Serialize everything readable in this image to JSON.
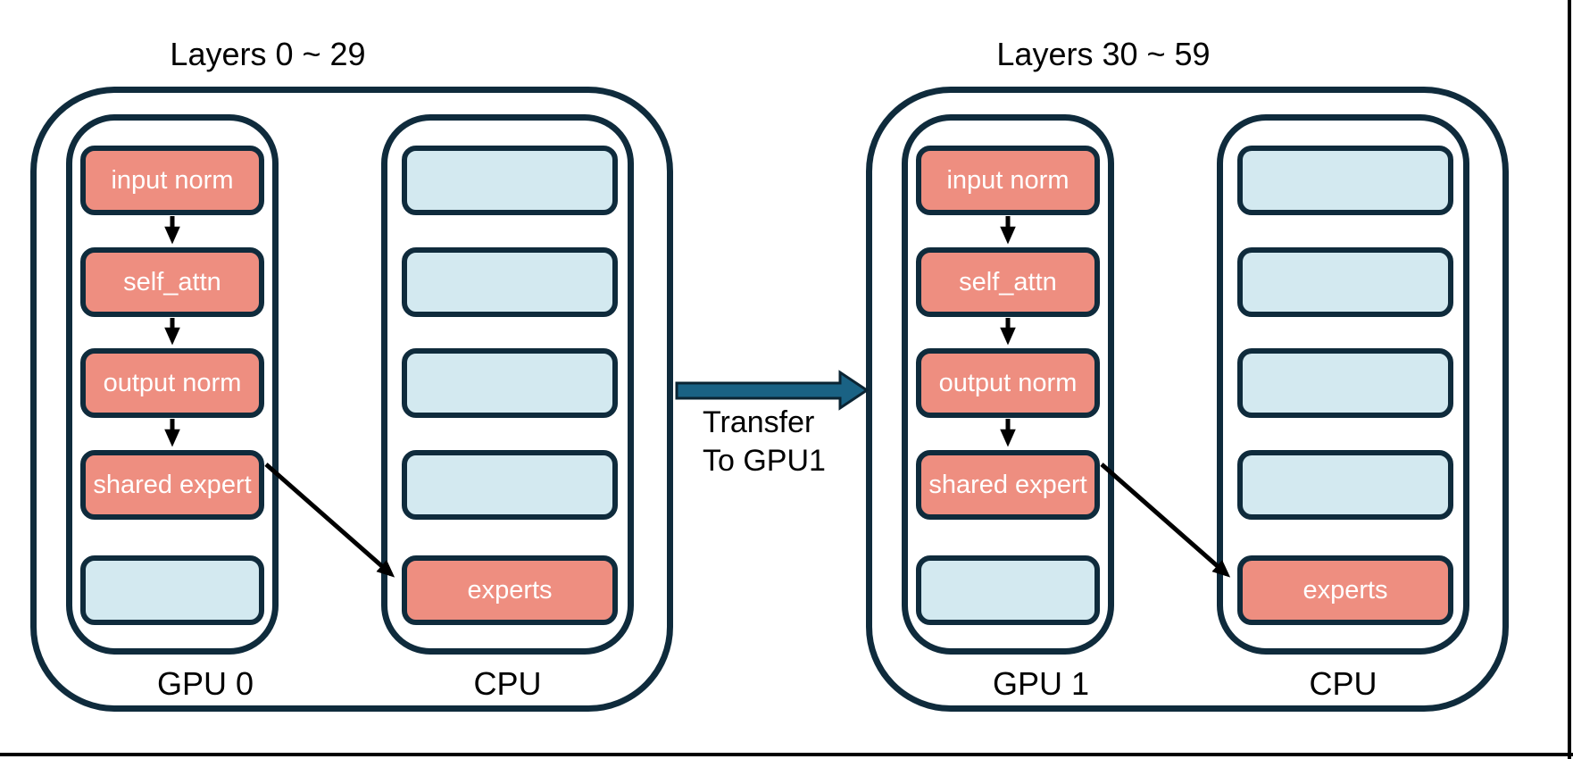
{
  "diagram": {
    "type": "architecture-diagram",
    "description": "MoE model layer placement across two GPUs with experts offloaded to CPU"
  },
  "colors": {
    "outline_dark_navy": "#0f2b3c",
    "module_salmon": "#ee8e80",
    "module_light_blue": "#d3e9f0",
    "transfer_arrow_teal": "#1a6284",
    "flow_arrow_black": "#000000",
    "box_text_white": "#ffffff",
    "label_text_black": "#000000",
    "background": "#ffffff"
  },
  "groups": [
    {
      "title": "Layers 0 ~ 29",
      "gpu_label": "GPU 0",
      "cpu_label": "CPU",
      "gpu_boxes": [
        {
          "label": "input norm",
          "filled": true
        },
        {
          "label": "self_attn",
          "filled": true
        },
        {
          "label": "output norm",
          "filled": true
        },
        {
          "label": "shared expert",
          "filled": true
        },
        {
          "label": "",
          "filled": false
        }
      ],
      "cpu_boxes": [
        {
          "label": "",
          "filled": false
        },
        {
          "label": "",
          "filled": false
        },
        {
          "label": "",
          "filled": false
        },
        {
          "label": "",
          "filled": false
        },
        {
          "label": "experts",
          "filled": true
        }
      ]
    },
    {
      "title": "Layers 30 ~ 59",
      "gpu_label": "GPU 1",
      "cpu_label": "CPU",
      "gpu_boxes": [
        {
          "label": "input norm",
          "filled": true
        },
        {
          "label": "self_attn",
          "filled": true
        },
        {
          "label": "output norm",
          "filled": true
        },
        {
          "label": "shared expert",
          "filled": true
        },
        {
          "label": "",
          "filled": false
        }
      ],
      "cpu_boxes": [
        {
          "label": "",
          "filled": false
        },
        {
          "label": "",
          "filled": false
        },
        {
          "label": "",
          "filled": false
        },
        {
          "label": "",
          "filled": false
        },
        {
          "label": "experts",
          "filled": true
        }
      ]
    }
  ],
  "transfer": {
    "line1": "Transfer",
    "line2": "To GPU1"
  }
}
